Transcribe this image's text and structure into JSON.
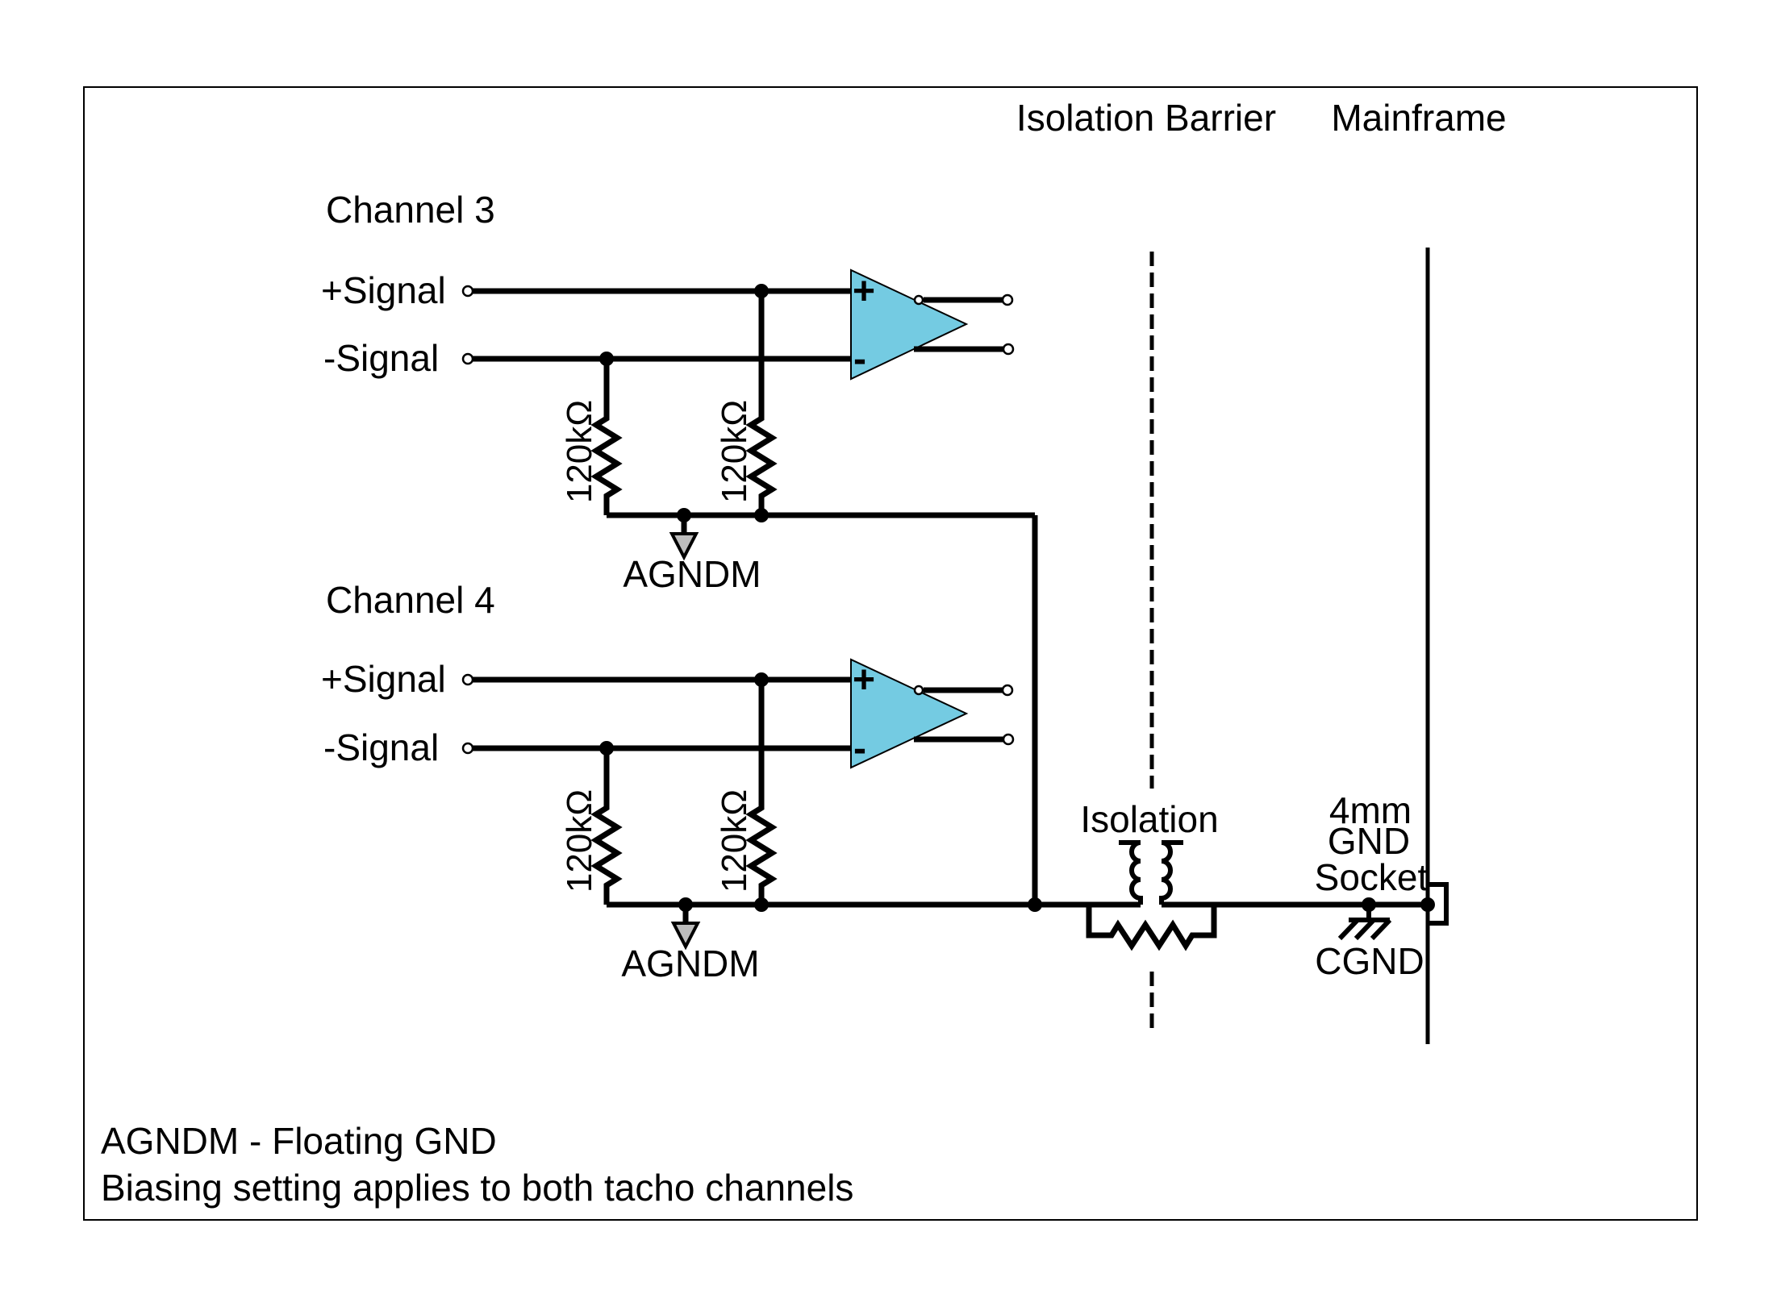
{
  "labels": {
    "isolation_barrier": "Isolation Barrier",
    "mainframe": "Mainframe"
  },
  "channel3": {
    "title": "Channel 3",
    "plus_signal": "+Signal",
    "minus_signal": "-Signal",
    "resistor_left": "120kΩ",
    "resistor_right": "120kΩ",
    "ground_label": "AGNDM",
    "opamp_plus": "+",
    "opamp_minus": "-"
  },
  "channel4": {
    "title": "Channel 4",
    "plus_signal": "+Signal",
    "minus_signal": "-Signal",
    "resistor_left": "120kΩ",
    "resistor_right": "120kΩ",
    "ground_label": "AGNDM",
    "opamp_plus": "+",
    "opamp_minus": "-"
  },
  "isolation_transformer": {
    "label": "Isolation"
  },
  "mainframe_socket": {
    "line1": "4mm",
    "line2": "GND",
    "line3": "Socket",
    "ground_label": "CGND"
  },
  "notes": {
    "line1": "AGNDM - Floating GND",
    "line2": "Biasing setting applies to both tacho channels"
  },
  "colors": {
    "opamp_fill": "#74cbe2",
    "ground_arrow_fill": "#bdbdbd",
    "stroke": "#000000"
  }
}
